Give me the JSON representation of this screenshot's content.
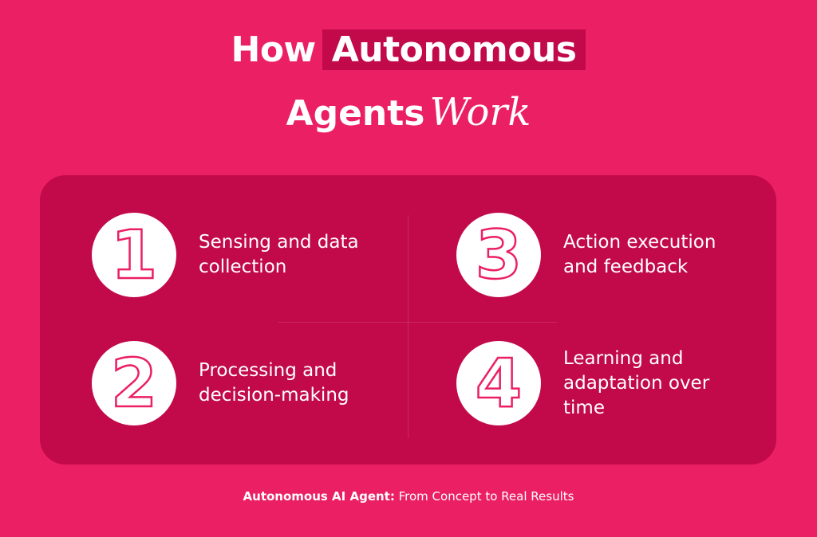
{
  "title": {
    "line1_plain": "How",
    "line1_highlight": "Autonomous",
    "line2_bold": "Agents",
    "line2_italic": "Work"
  },
  "colors": {
    "background": "#EB1F63",
    "panel": "#C2094A",
    "circle": "#FFFFFF"
  },
  "steps": [
    {
      "number": "1",
      "label": "Sensing and data collection"
    },
    {
      "number": "2",
      "label": "Processing and decision-making"
    },
    {
      "number": "3",
      "label": "Action execution and feedback"
    },
    {
      "number": "4",
      "label": "Learning and adaptation over time"
    }
  ],
  "footer": {
    "bold": "Autonomous AI Agent:",
    "rest": " From Concept to Real Results"
  }
}
